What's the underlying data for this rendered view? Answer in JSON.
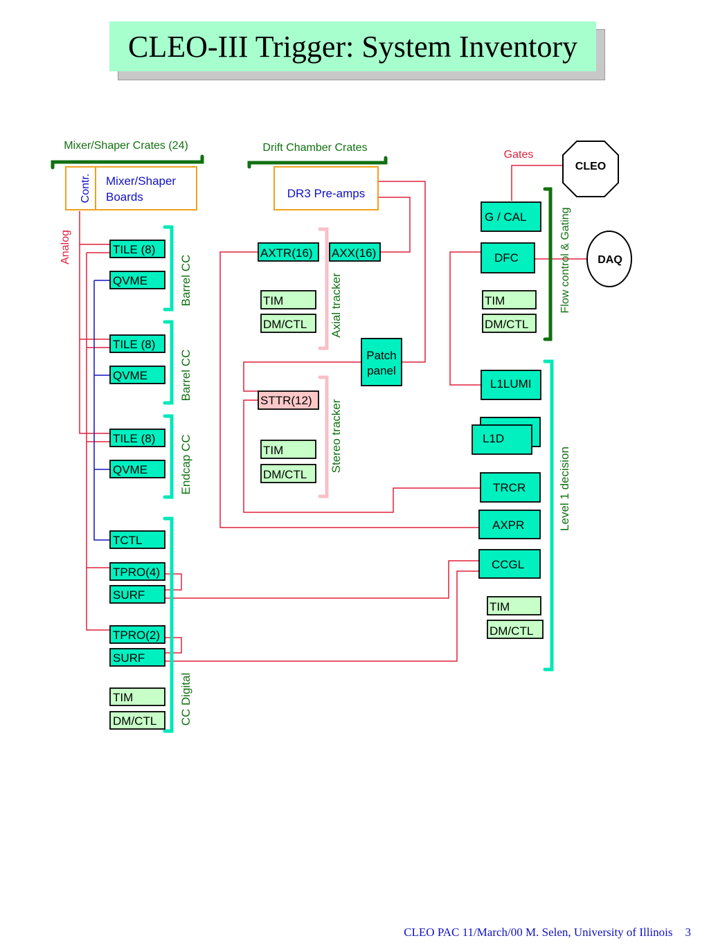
{
  "title": "CLEO-III Trigger: System Inventory",
  "footer": {
    "text": "CLEO PAC  11/March/00  M. Selen, University of Illinois",
    "page": "3"
  },
  "colors": {
    "module_fill": "#00f0c0",
    "aux_fill": "#c8ffc8",
    "sttr_fill": "#ffc8c8",
    "signal_wire": "#e0203c",
    "control_wire": "#1010c0",
    "group_bracket": "#00e8b8",
    "crate_bar": "#107010",
    "tracker_bracket": "#f8c0c8",
    "label_green": "#107010",
    "label_red": "#e0203c",
    "label_blue": "#1010c0"
  },
  "labels": {
    "mixer_crates": "Mixer/Shaper Crates (24)",
    "drift_crates": "Drift Chamber Crates",
    "contr": "Contr.",
    "mixer_boards_1": "Mixer/Shaper",
    "mixer_boards_2": "Boards",
    "dr3": "DR3 Pre-amps",
    "analog": "Analog",
    "gates": "Gates",
    "cleo": "CLEO",
    "daq": "DAQ",
    "barrel_cc_1": "Barrel CC",
    "barrel_cc_2": "Barrel CC",
    "endcap_cc": "Endcap CC",
    "cc_digital": "CC Digital",
    "axial_tracker": "Axial tracker",
    "stereo_tracker": "Stereo tracker",
    "flow_control": "Flow control & Gating",
    "level1": "Level 1 decision",
    "patch_1": "Patch",
    "patch_2": "panel"
  },
  "modules": {
    "tile1": "TILE (8)",
    "qvme1": "QVME",
    "tile2": "TILE (8)",
    "qvme2": "QVME",
    "tile3": "TILE (8)",
    "qvme3": "QVME",
    "tctl": "TCTL",
    "tpro4": "TPRO(4)",
    "surf1": "SURF",
    "tpro2": "TPRO(2)",
    "surf2": "SURF",
    "tim_cc": "TIM",
    "dmctl_cc": "DM/CTL",
    "axtr": "AXTR(16)",
    "axx": "AXX(16)",
    "tim_ax": "TIM",
    "dmctl_ax": "DM/CTL",
    "sttr": "STTR(12)",
    "tim_st": "TIM",
    "dmctl_st": "DM/CTL",
    "gcal": "G / CAL",
    "dfc": "DFC",
    "tim_fc": "TIM",
    "dmctl_fc": "DM/CTL",
    "l1lumi": "L1LUMI",
    "l1d": "L1D",
    "trcr": "TRCR",
    "axpr": "AXPR",
    "ccgl": "CCGL",
    "tim_l1": "TIM",
    "dmctl_l1": "DM/CTL"
  }
}
